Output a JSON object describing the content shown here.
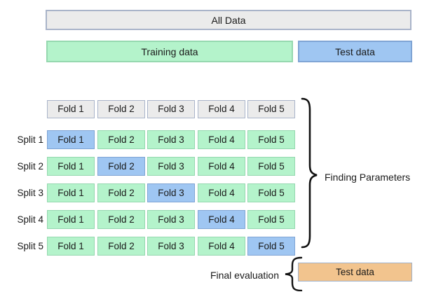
{
  "colors": {
    "gray": "#ebebeb",
    "gray-border": "#a9b4c9",
    "green": "#b4f3cb",
    "green-border": "#95d8af",
    "blue": "#9fc6f2",
    "blue-border": "#7fa4d4",
    "orange": "#f2c48e",
    "orange-border": "#9fb0c8",
    "text": "#1a1a1a",
    "brace": "#111111"
  },
  "top_bars": {
    "all_data": "All Data",
    "training": "Training data",
    "test": "Test data"
  },
  "grid": {
    "header_folds": [
      "Fold 1",
      "Fold 2",
      "Fold 3",
      "Fold 4",
      "Fold 5"
    ],
    "splits": [
      {
        "label": "Split 1",
        "test_fold_index": 0,
        "folds": [
          "Fold 1",
          "Fold 2",
          "Fold 3",
          "Fold 4",
          "Fold 5"
        ]
      },
      {
        "label": "Split 2",
        "test_fold_index": 1,
        "folds": [
          "Fold 1",
          "Fold 2",
          "Fold 3",
          "Fold 4",
          "Fold 5"
        ]
      },
      {
        "label": "Split 3",
        "test_fold_index": 2,
        "folds": [
          "Fold 1",
          "Fold 2",
          "Fold 3",
          "Fold 4",
          "Fold 5"
        ]
      },
      {
        "label": "Split 4",
        "test_fold_index": 3,
        "folds": [
          "Fold 1",
          "Fold 2",
          "Fold 3",
          "Fold 4",
          "Fold 5"
        ]
      },
      {
        "label": "Split 5",
        "test_fold_index": 4,
        "folds": [
          "Fold 1",
          "Fold 2",
          "Fold 3",
          "Fold 4",
          "Fold 5"
        ]
      }
    ]
  },
  "annotations": {
    "finding_parameters": "Finding Parameters",
    "final_evaluation": "Final evaluation",
    "final_test": "Test data"
  }
}
